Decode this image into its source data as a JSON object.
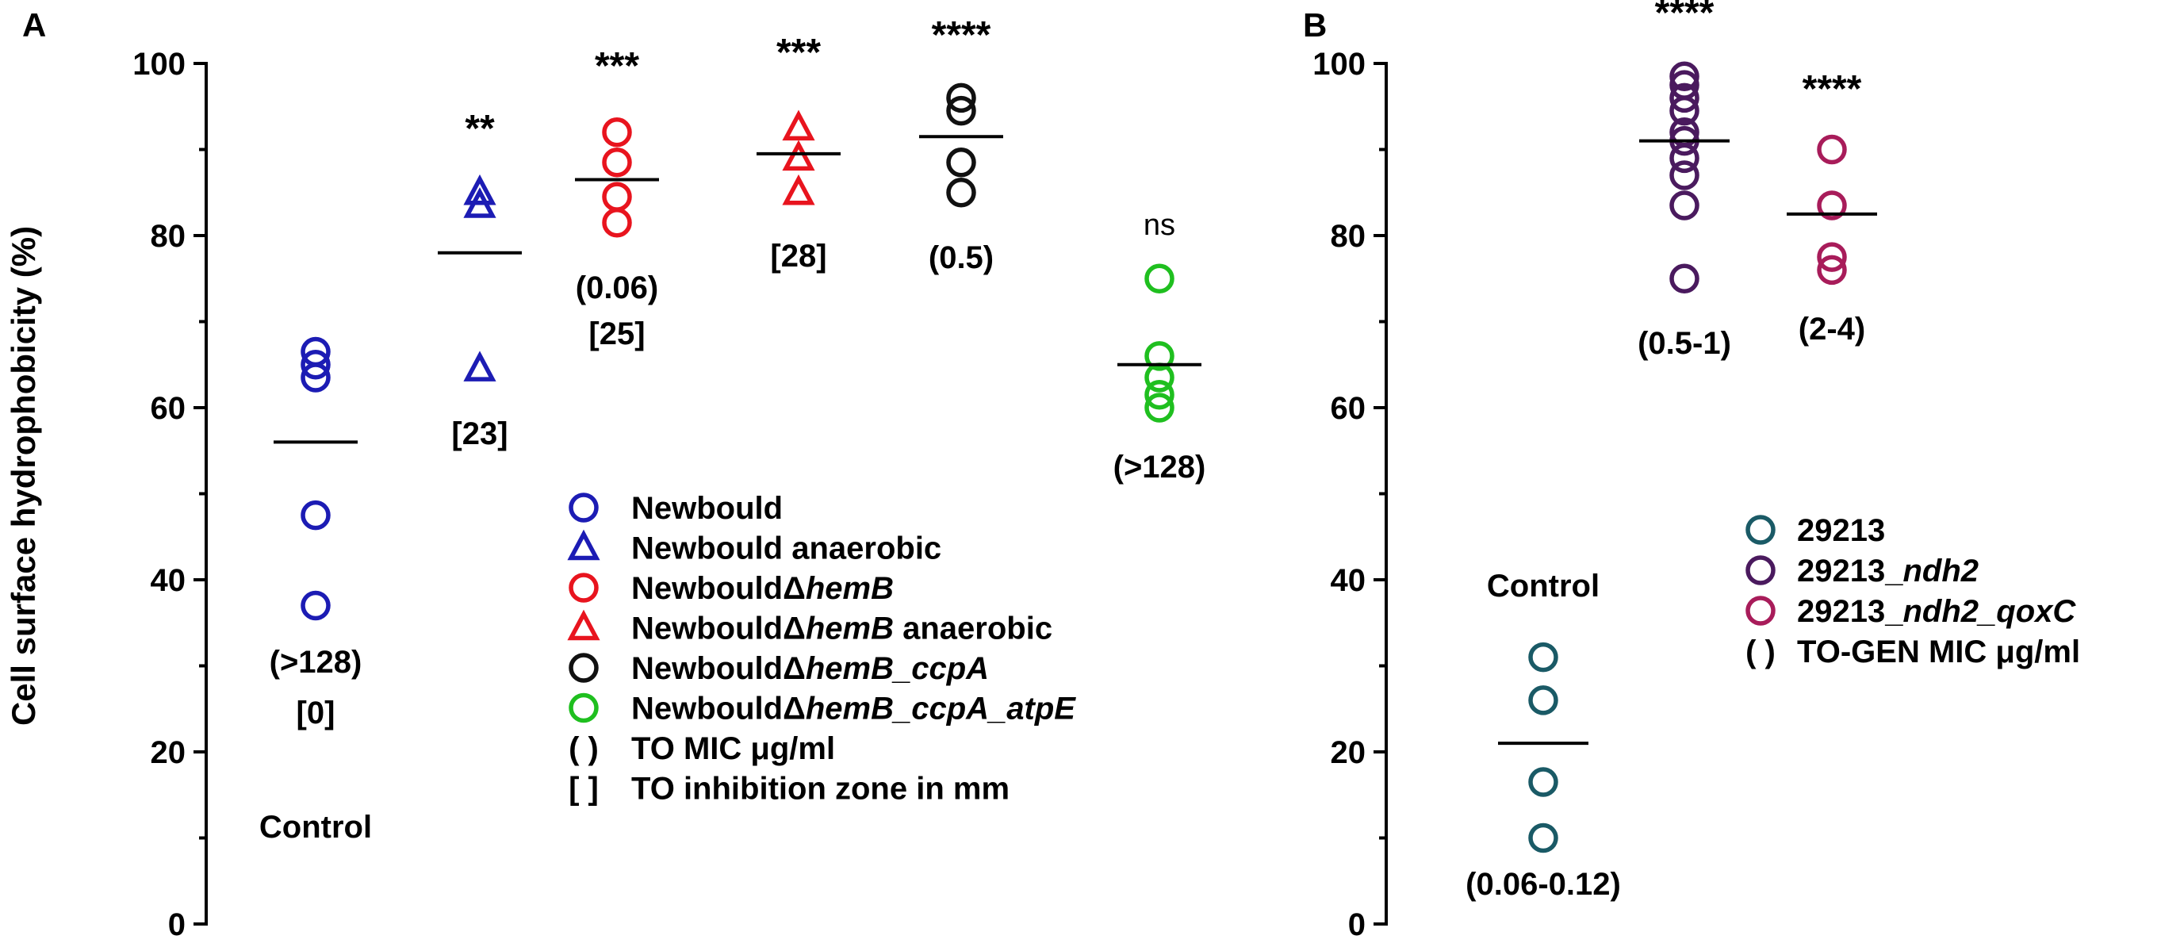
{
  "figure": {
    "y_axis_label": "Cell surface hydrophobicity (%)"
  },
  "chart_data": [
    {
      "panel_label": "A",
      "type": "scatter",
      "ylim": [
        0,
        100
      ],
      "yticks": [
        0,
        20,
        40,
        60,
        80,
        100
      ],
      "ylabel": "Cell surface hydrophobicity (%)",
      "grid": false,
      "legend_placement": "bottom-center",
      "groups": [
        {
          "series": "Newbould",
          "marker": "circle",
          "color": "#1c1cb4",
          "values": [
            66.5,
            65.0,
            63.5,
            47.5,
            37.0
          ],
          "mean": 56,
          "significance": "",
          "labels": [
            "(>128)",
            "[0]"
          ],
          "caption": "Control"
        },
        {
          "series": "Newbould anaerobic",
          "marker": "triangle",
          "color": "#1c1cb4",
          "values": [
            85,
            83.5,
            64.5
          ],
          "mean": 78,
          "significance": "**",
          "labels": [
            "[23]"
          ],
          "caption": ""
        },
        {
          "series": "NewbouldΔhemB",
          "marker": "circle",
          "color": "#e8141e",
          "values": [
            92,
            88.5,
            84.5,
            81.5
          ],
          "mean": 86.5,
          "significance": "***",
          "labels": [
            "(0.06)",
            "[25]"
          ],
          "caption": ""
        },
        {
          "series": "NewbouldΔhemB anaerobic",
          "marker": "triangle",
          "color": "#e8141e",
          "values": [
            92.5,
            89,
            85
          ],
          "mean": 89.5,
          "significance": "***",
          "labels": [
            "[28]"
          ],
          "caption": ""
        },
        {
          "series": "NewbouldΔhemB_ccpA",
          "marker": "circle",
          "color": "#111111",
          "values": [
            96,
            94.5,
            88.5,
            85
          ],
          "mean": 91.5,
          "significance": "****",
          "labels": [
            "(0.5)"
          ],
          "caption": ""
        },
        {
          "series": "NewbouldΔhemB_ccpA_atpE",
          "marker": "circle",
          "color": "#1fbf1f",
          "values": [
            75,
            66,
            63.5,
            61.5,
            60
          ],
          "mean": 65,
          "significance": "ns",
          "labels": [
            "(>128)"
          ],
          "caption": ""
        }
      ],
      "legend": [
        {
          "marker": "circle",
          "color": "#1c1cb4",
          "parts": [
            {
              "t": "Newbould",
              "i": false
            }
          ]
        },
        {
          "marker": "triangle",
          "color": "#1c1cb4",
          "parts": [
            {
              "t": "Newbould anaerobic",
              "i": false
            }
          ]
        },
        {
          "marker": "circle",
          "color": "#e8141e",
          "parts": [
            {
              "t": "NewbouldΔ",
              "i": false
            },
            {
              "t": "hemB",
              "i": true
            }
          ]
        },
        {
          "marker": "triangle",
          "color": "#e8141e",
          "parts": [
            {
              "t": "NewbouldΔ",
              "i": false
            },
            {
              "t": "hemB",
              "i": true
            },
            {
              "t": " anaerobic",
              "i": false
            }
          ]
        },
        {
          "marker": "circle",
          "color": "#111111",
          "parts": [
            {
              "t": "NewbouldΔ",
              "i": false
            },
            {
              "t": "hemB_ccpA",
              "i": true
            }
          ]
        },
        {
          "marker": "circle",
          "color": "#1fbf1f",
          "parts": [
            {
              "t": "NewbouldΔ",
              "i": false
            },
            {
              "t": "hemB_ccpA_atpE",
              "i": true
            }
          ]
        },
        {
          "marker": "text",
          "symbol": "( )",
          "parts": [
            {
              "t": "TO MIC μg/ml",
              "i": false
            }
          ]
        },
        {
          "marker": "text",
          "symbol": "[ ]",
          "parts": [
            {
              "t": "TO inhibition zone in mm",
              "i": false
            }
          ]
        }
      ]
    },
    {
      "panel_label": "B",
      "type": "scatter",
      "ylim": [
        0,
        100
      ],
      "yticks": [
        0,
        20,
        40,
        60,
        80,
        100
      ],
      "grid": false,
      "legend_placement": "right",
      "groups": [
        {
          "series": "29213",
          "marker": "circle",
          "color": "#1a5a66",
          "values": [
            31,
            26,
            16.5,
            10
          ],
          "mean": 21,
          "significance": "",
          "labels": [
            "(0.06-0.12)"
          ],
          "caption": "Control"
        },
        {
          "series": "29213_ndh2",
          "marker": "circle",
          "color": "#4a1a5e",
          "values": [
            98.5,
            97.5,
            96,
            94.5,
            92,
            91,
            89,
            87,
            83.5,
            75
          ],
          "mean": 91,
          "significance": "****",
          "labels": [
            "(0.5-1)"
          ],
          "caption": ""
        },
        {
          "series": "29213_ndh2_qoxC",
          "marker": "circle",
          "color": "#a81c5a",
          "values": [
            90,
            83.5,
            77.5,
            76
          ],
          "mean": 82.5,
          "significance": "****",
          "labels": [
            "(2-4)"
          ],
          "caption": ""
        }
      ],
      "legend": [
        {
          "marker": "circle",
          "color": "#1a5a66",
          "parts": [
            {
              "t": "29213",
              "i": false
            }
          ]
        },
        {
          "marker": "circle",
          "color": "#4a1a5e",
          "parts": [
            {
              "t": "29213_",
              "i": false
            },
            {
              "t": "ndh2",
              "i": true
            }
          ]
        },
        {
          "marker": "circle",
          "color": "#a81c5a",
          "parts": [
            {
              "t": "29213_",
              "i": false
            },
            {
              "t": "ndh2_qoxC",
              "i": true
            }
          ]
        },
        {
          "marker": "text",
          "symbol": "( )",
          "parts": [
            {
              "t": "TO-GEN MIC μg/ml",
              "i": false
            }
          ]
        }
      ]
    }
  ]
}
